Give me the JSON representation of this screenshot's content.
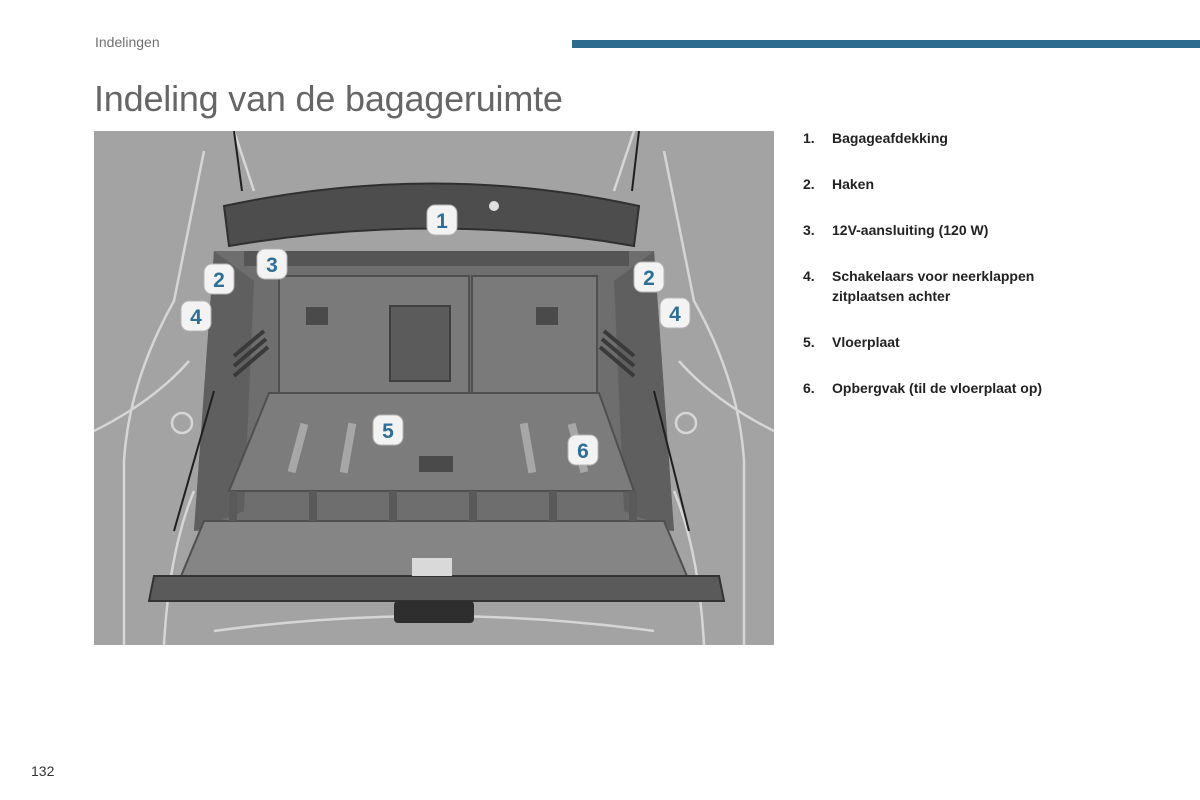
{
  "header": {
    "section": "Indelingen",
    "accent_color": "#2c6b8e"
  },
  "page": {
    "title": "Indeling van de bagageruimte",
    "number": "132"
  },
  "illustration": {
    "background_color": "#a3a3a3",
    "callout_color": "#2f6f95",
    "callouts": [
      "1",
      "2",
      "3",
      "2",
      "4",
      "4",
      "5",
      "6"
    ]
  },
  "legend": [
    {
      "num": "1.",
      "text": "Bagageafdekking"
    },
    {
      "num": "2.",
      "text": "Haken"
    },
    {
      "num": "3.",
      "text": "12V-aansluiting (120 W)"
    },
    {
      "num": "4.",
      "text": "Schakelaars voor neerklappen zitplaatsen achter"
    },
    {
      "num": "5.",
      "text": "Vloerplaat"
    },
    {
      "num": "6.",
      "text": "Opbergvak (til de vloerplaat op)"
    }
  ]
}
